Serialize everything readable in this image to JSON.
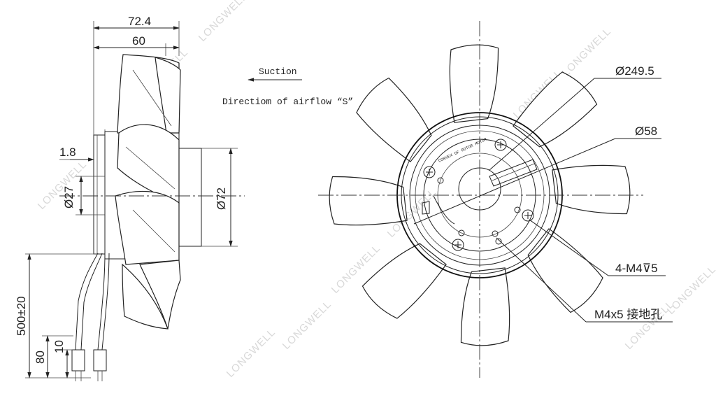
{
  "dimensions": {
    "overall_depth": "72.4",
    "blade_depth": "60",
    "flange_thickness": "1.8",
    "shaft_diameter": "Ø27",
    "hub_diameter": "Ø72",
    "cable_length": "500±20",
    "cable_strip_outer": "80",
    "cable_strip_inner": "10",
    "impeller_diameter": "Ø249.5",
    "center_bore": "Ø58",
    "mount_holes": "4-M4⊽5",
    "ground_hole": "M4x5 接地孔"
  },
  "airflow": {
    "suction": "Suction",
    "direction": "Directiom of airflow “S”"
  },
  "rotor_label": "CONVEX OF ROTOR MOTOR",
  "watermark": "LONGWELL"
}
